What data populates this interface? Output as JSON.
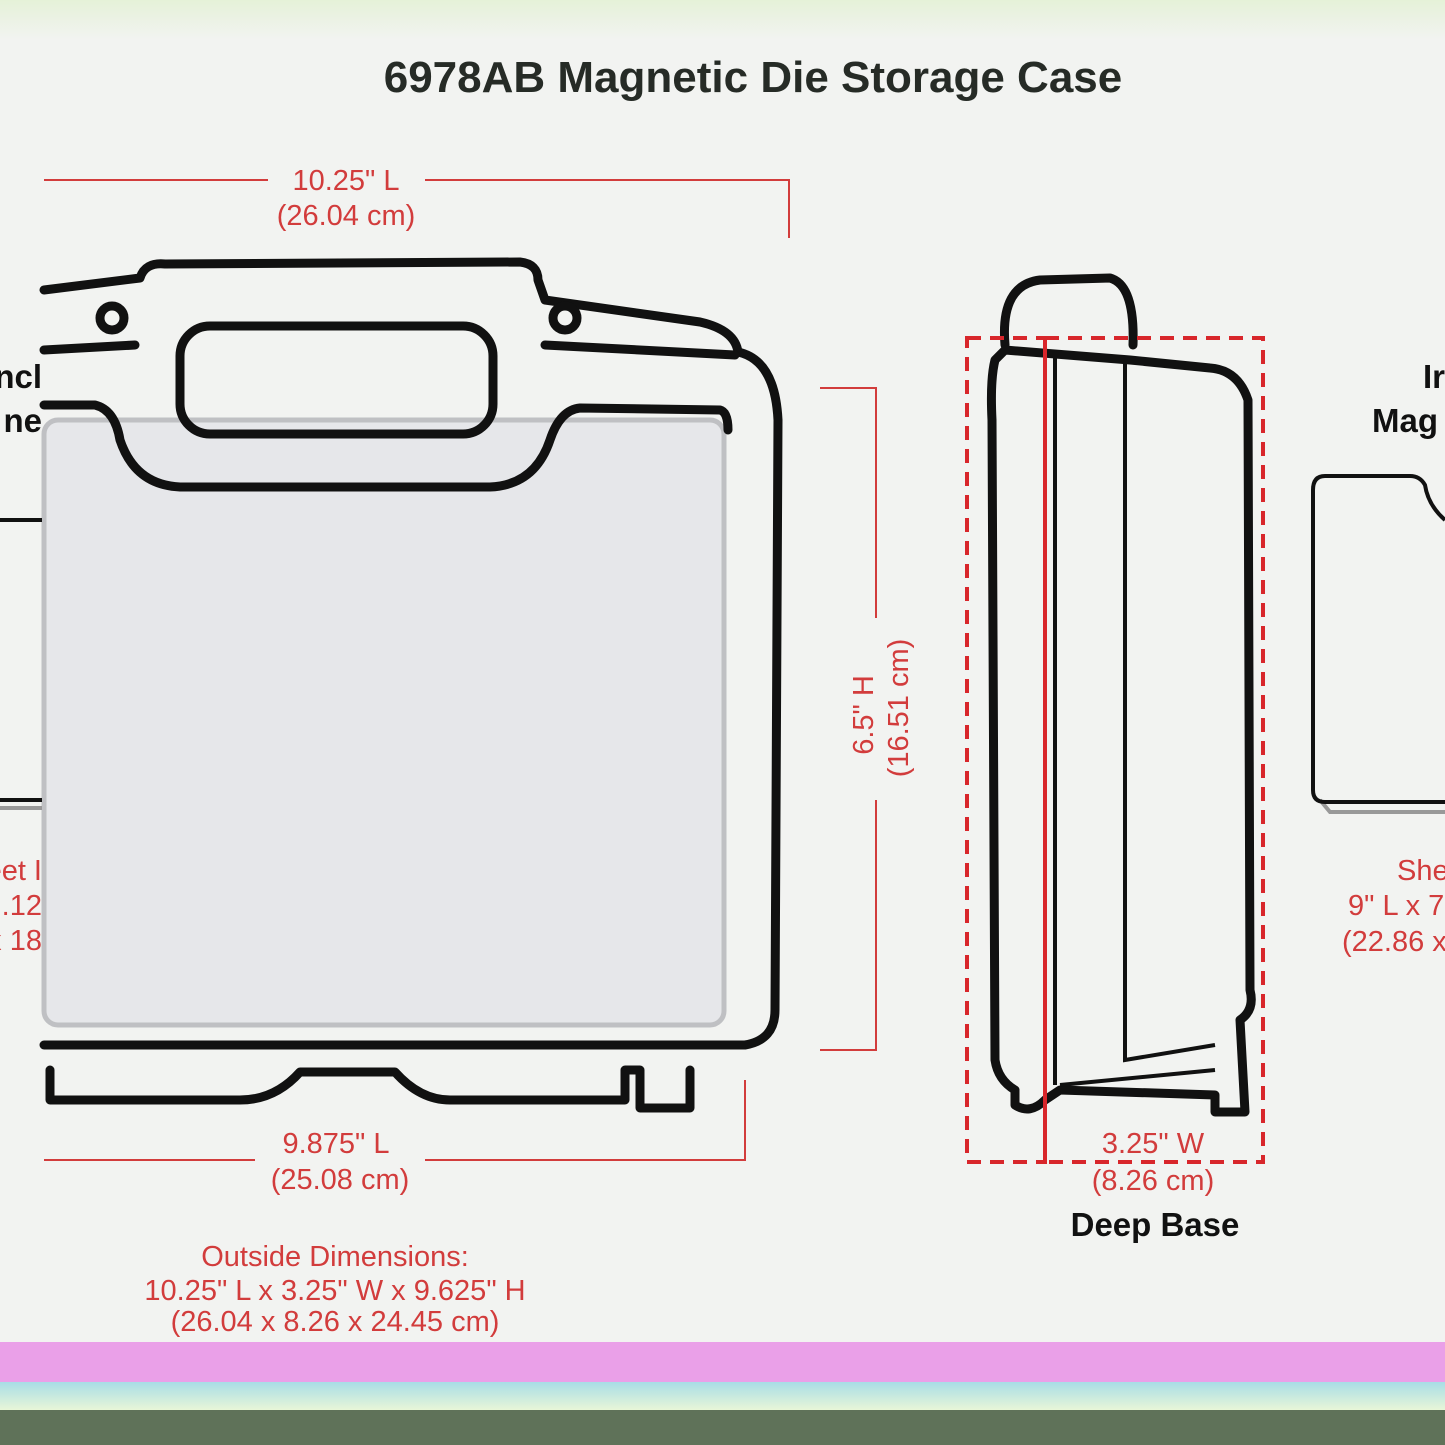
{
  "title": "6978AB Magnetic Die Storage Case",
  "front_view": {
    "top_length": "10.25\" L",
    "top_length_cm": "(26.04 cm)",
    "height": "6.5\" H",
    "height_cm": "(16.51 cm)",
    "bottom_length": "9.875\" L",
    "bottom_length_cm": "(25.08 cm)"
  },
  "side_view": {
    "width": "3.25\" W",
    "width_cm": "(8.26 cm)",
    "label": "Deep Base"
  },
  "outside_dimensions": {
    "heading": "Outside Dimensions:",
    "inches": "10.25\" L x 3.25\" W x 9.625\" H",
    "cm": "(26.04 x 8.26 x 24.45 cm)"
  },
  "left_sheet_partial": {
    "label_line1": "ncl",
    "label_line2": "ne",
    "dim_line1": "eet I",
    "dim_line2": ".12",
    "dim_line3": "x 18"
  },
  "right_sheet_partial": {
    "label_line1": "Ir",
    "label_line2": "Mag",
    "dim_line1": "She",
    "dim_line2": "9\" L x 7",
    "dim_line3": "(22.86 x"
  },
  "colors": {
    "dimension_red": "#d23c3c",
    "outline": "#111111",
    "background": "#f2f3f1",
    "band_pink": "#eaa0e8",
    "band_dark": "#5f7259"
  }
}
